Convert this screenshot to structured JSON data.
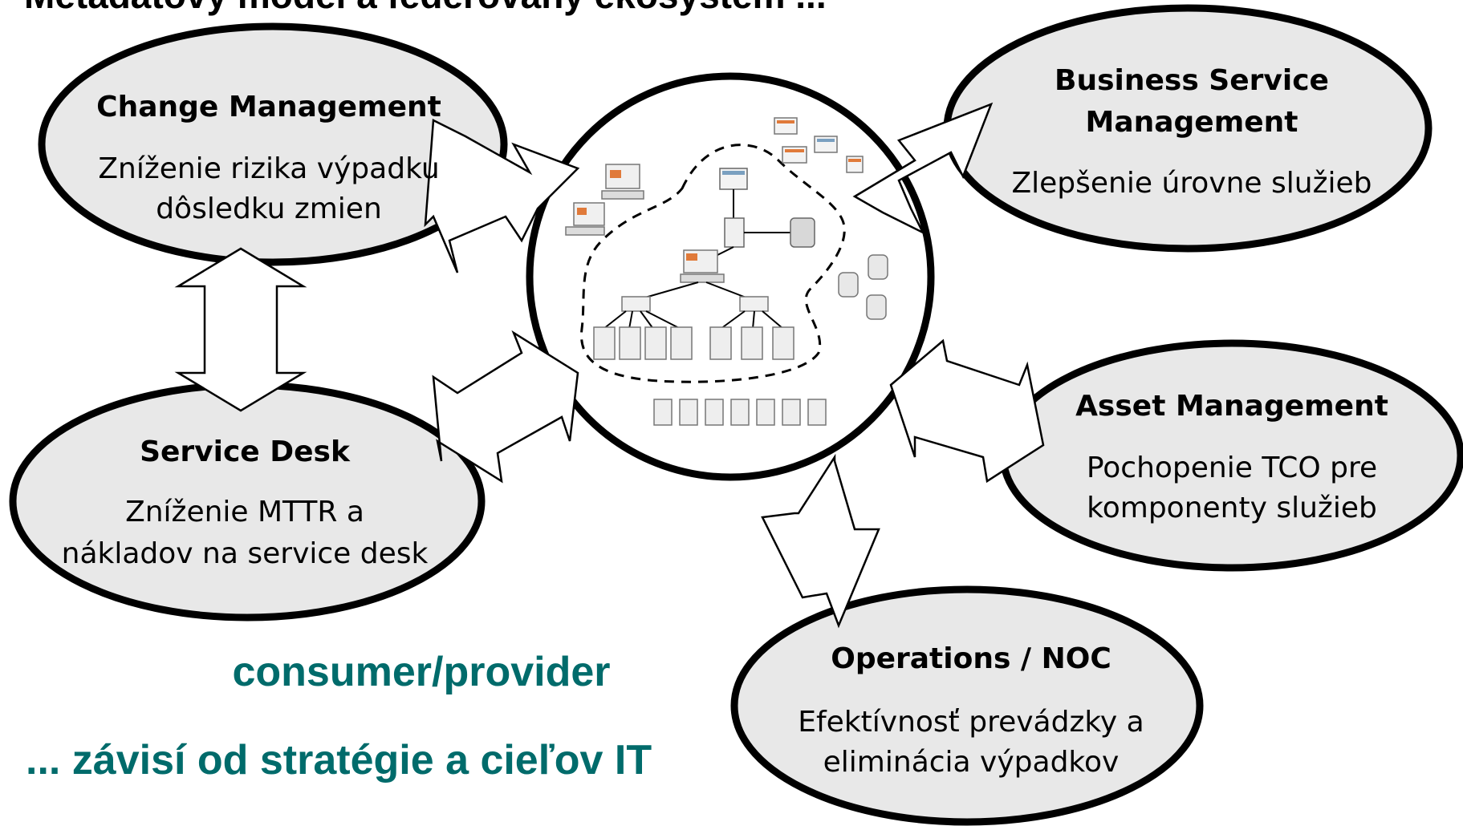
{
  "title": "Metadátový model a federovaný ekosystém ...",
  "nodes": {
    "change": {
      "title": "Change Management",
      "line1": "Zníženie rizika výpadku",
      "line2": "dôsledku zmien"
    },
    "bsm": {
      "title1": "Business Service",
      "title2": "Management",
      "line1": "Zlepšenie úrovne služieb"
    },
    "servicedesk": {
      "title": "Service Desk",
      "line1": "Zníženie MTTR a",
      "line2": "nákladov na service desk"
    },
    "asset": {
      "title": "Asset Management",
      "line1": "Pochopenie TCO pre",
      "line2": "komponenty služieb"
    },
    "ops": {
      "title": "Operations / NOC",
      "line1": "Efektívnosť prevádzky a",
      "line2": "eliminácia výpadkov"
    }
  },
  "consumer_provider": "consumer/provider",
  "strategy": "... závisí od stratégie a cieľov IT",
  "colors": {
    "accent": "#006b6b",
    "ellipse_fill": "#e8e8e8",
    "outline": "#000000"
  }
}
